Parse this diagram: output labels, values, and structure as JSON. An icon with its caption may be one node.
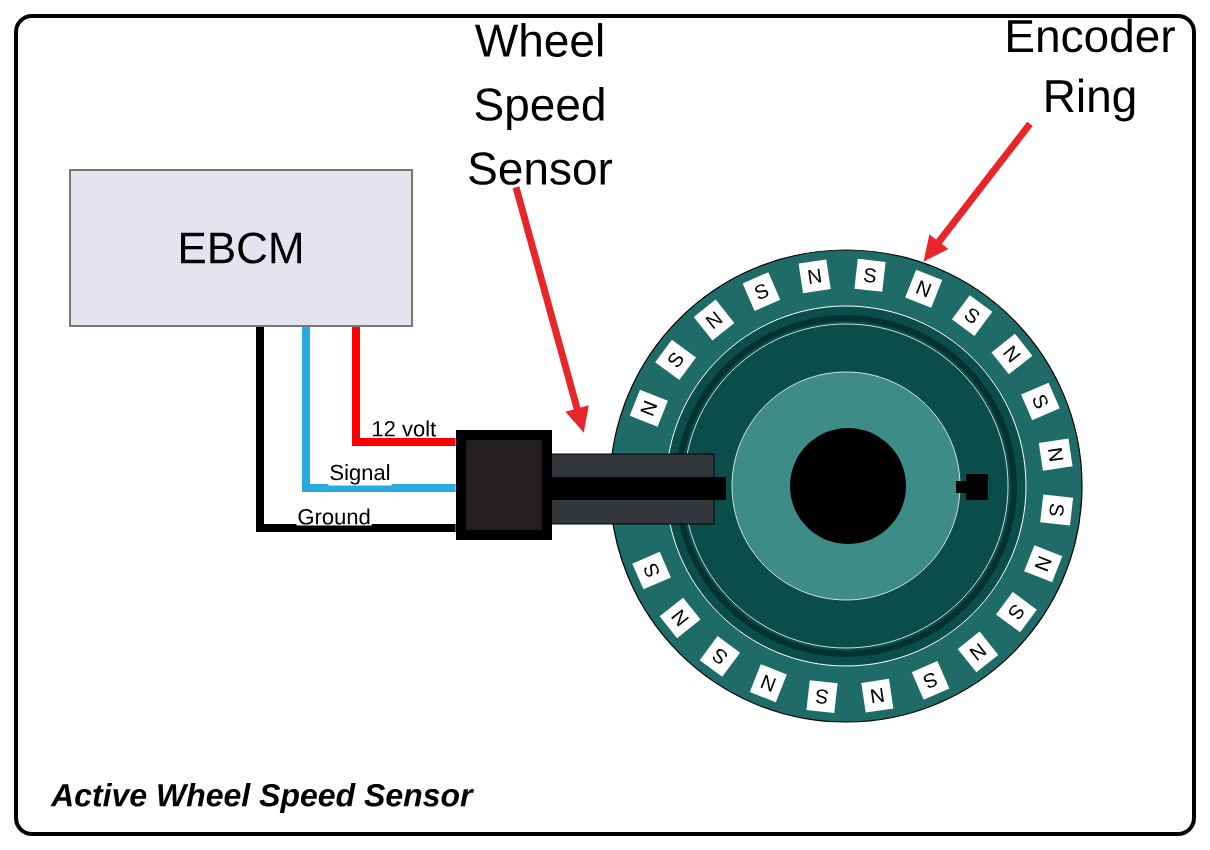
{
  "diagram": {
    "caption": "Active Wheel Speed Sensor",
    "nodes": [
      {
        "text": [
          "EBCM"
        ]
      },
      {
        "text": [],
        "shape": "box"
      },
      {
        "text": [
          "Wheel Speed Sensor"
        ]
      },
      {
        "text": [
          "Encoder Ring"
        ]
      },
      {
        "text": [],
        "shape": "circle"
      }
    ],
    "edges": [
      {
        "from": 0,
        "to": 1,
        "arrow": "none",
        "label": "12 volt",
        "color": "#ff0000"
      },
      {
        "from": 0,
        "to": 1,
        "arrow": "none",
        "label": "Signal",
        "color": "#29abe2"
      },
      {
        "from": 0,
        "to": 1,
        "arrow": "none",
        "label": "Ground",
        "color": "#000000"
      },
      {
        "from": 2,
        "to": 1,
        "arrow": "to",
        "color": "#e8262a"
      },
      {
        "from": 3,
        "to": 4,
        "arrow": "to",
        "color": "#e8262a"
      }
    ],
    "labels": [
      "N",
      "S",
      "N",
      "S",
      "N",
      "S",
      "N",
      "S",
      "N",
      "S",
      "N",
      "S",
      "N",
      "S",
      "N",
      "S",
      "N",
      "S",
      "N",
      "S",
      "N",
      "S"
    ]
  }
}
